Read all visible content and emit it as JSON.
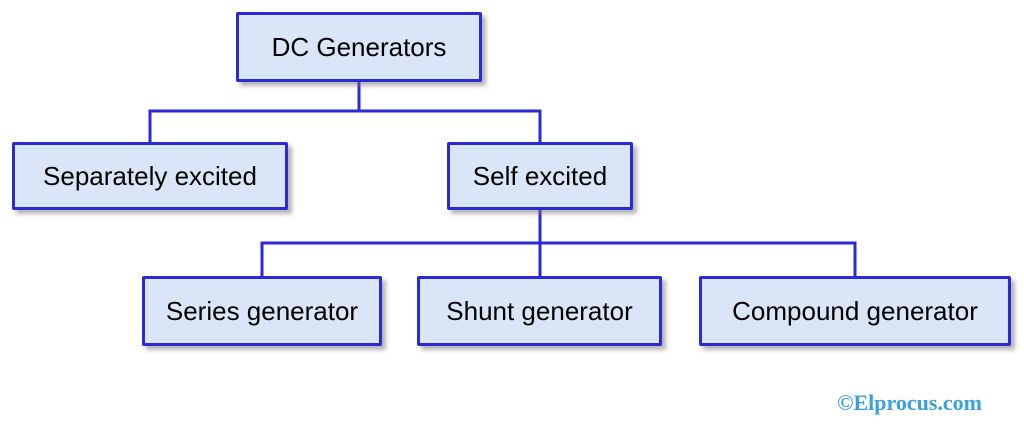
{
  "diagram": {
    "root": {
      "label": "DC Generators"
    },
    "level1": [
      {
        "label": "Separately excited"
      },
      {
        "label": "Self excited"
      }
    ],
    "level2": [
      {
        "label": "Series generator"
      },
      {
        "label": "Shunt generator"
      },
      {
        "label": "Compound generator"
      }
    ],
    "colors": {
      "box_fill": "#dae6f8",
      "box_border": "#2a2ad6",
      "connector": "#2a2ad6",
      "watermark": "#3aa0e0"
    }
  },
  "watermark": {
    "text": "©Elprocus.com"
  }
}
